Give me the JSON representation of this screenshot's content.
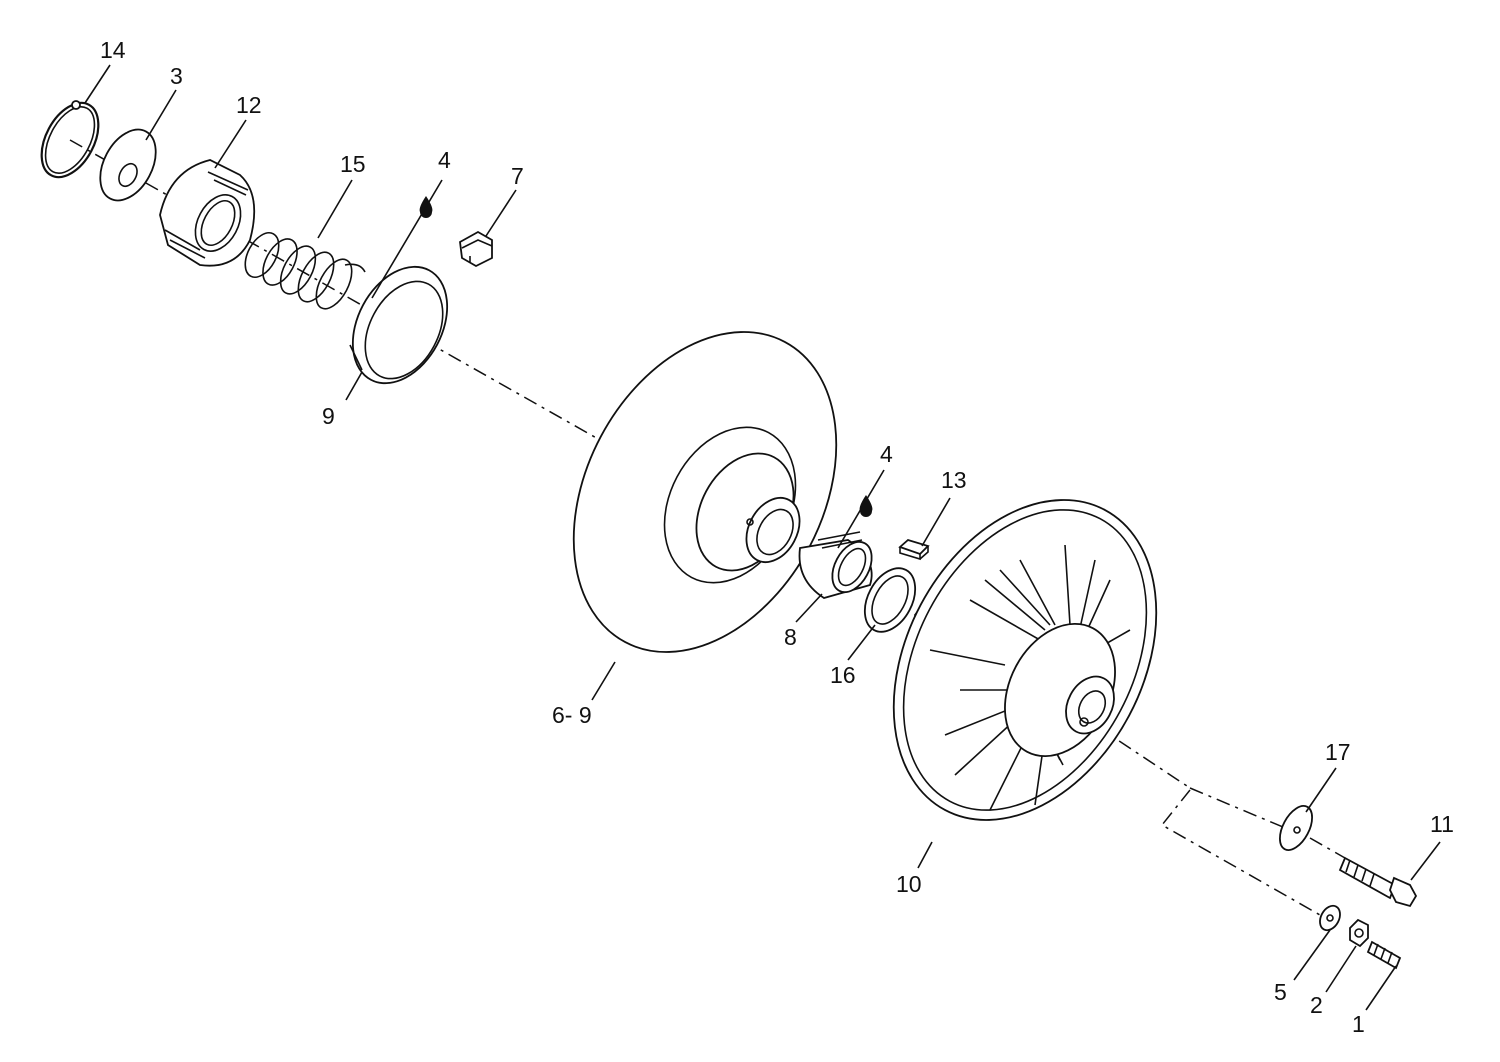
{
  "callouts": {
    "c14": "14",
    "c3": "3",
    "c12": "12",
    "c15": "15",
    "c4a": "4",
    "c7": "7",
    "c9": "9",
    "c4b": "4",
    "c13": "13",
    "c8": "8",
    "c16": "16",
    "c69": "6- 9",
    "c10": "10",
    "c17": "17",
    "c11": "11",
    "c5": "5",
    "c2": "2",
    "c1": "1"
  },
  "icons": {
    "lubricant_a": "oil-drop-icon",
    "lubricant_b": "oil-drop-icon"
  }
}
